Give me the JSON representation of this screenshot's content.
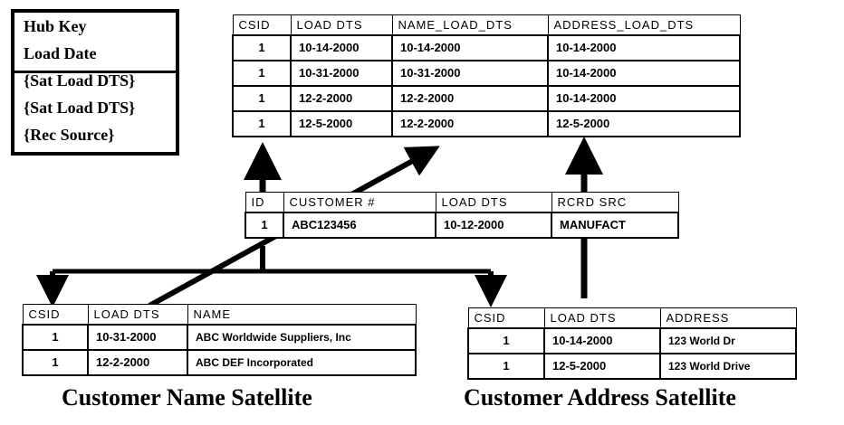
{
  "legend": {
    "hub_key": "Hub Key",
    "load_date": "Load Date",
    "sat_load_1": "{Sat Load DTS}",
    "sat_load_2": "{Sat Load DTS}",
    "rec_source": "{Rec Source}"
  },
  "pit_table": {
    "headers": [
      "CSID",
      "LOAD DTS",
      "NAME_LOAD_DTS",
      "ADDRESS_LOAD_DTS"
    ],
    "rows": [
      [
        "1",
        "10-14-2000",
        "10-14-2000",
        "10-14-2000"
      ],
      [
        "1",
        "10-31-2000",
        "10-31-2000",
        "10-14-2000"
      ],
      [
        "1",
        "12-2-2000",
        "12-2-2000",
        "10-14-2000"
      ],
      [
        "1",
        "12-5-2000",
        "12-2-2000",
        "12-5-2000"
      ]
    ]
  },
  "hub_table": {
    "headers": [
      "ID",
      "CUSTOMER #",
      "LOAD DTS",
      "RCRD SRC"
    ],
    "rows": [
      [
        "1",
        "ABC123456",
        "10-12-2000",
        "MANUFACT"
      ]
    ]
  },
  "name_sat_table": {
    "headers": [
      "CSID",
      "LOAD DTS",
      "NAME"
    ],
    "rows": [
      [
        "1",
        "10-31-2000",
        "ABC Worldwide Suppliers, Inc"
      ],
      [
        "1",
        "12-2-2000",
        "ABC DEF Incorporated"
      ]
    ]
  },
  "address_sat_table": {
    "headers": [
      "CSID",
      "LOAD DTS",
      "ADDRESS"
    ],
    "rows": [
      [
        "1",
        "10-14-2000",
        "123 World Dr"
      ],
      [
        "1",
        "12-5-2000",
        "123 World Drive"
      ]
    ]
  },
  "captions": {
    "name_satellite": "Customer Name Satellite",
    "address_satellite": "Customer Address Satellite"
  }
}
